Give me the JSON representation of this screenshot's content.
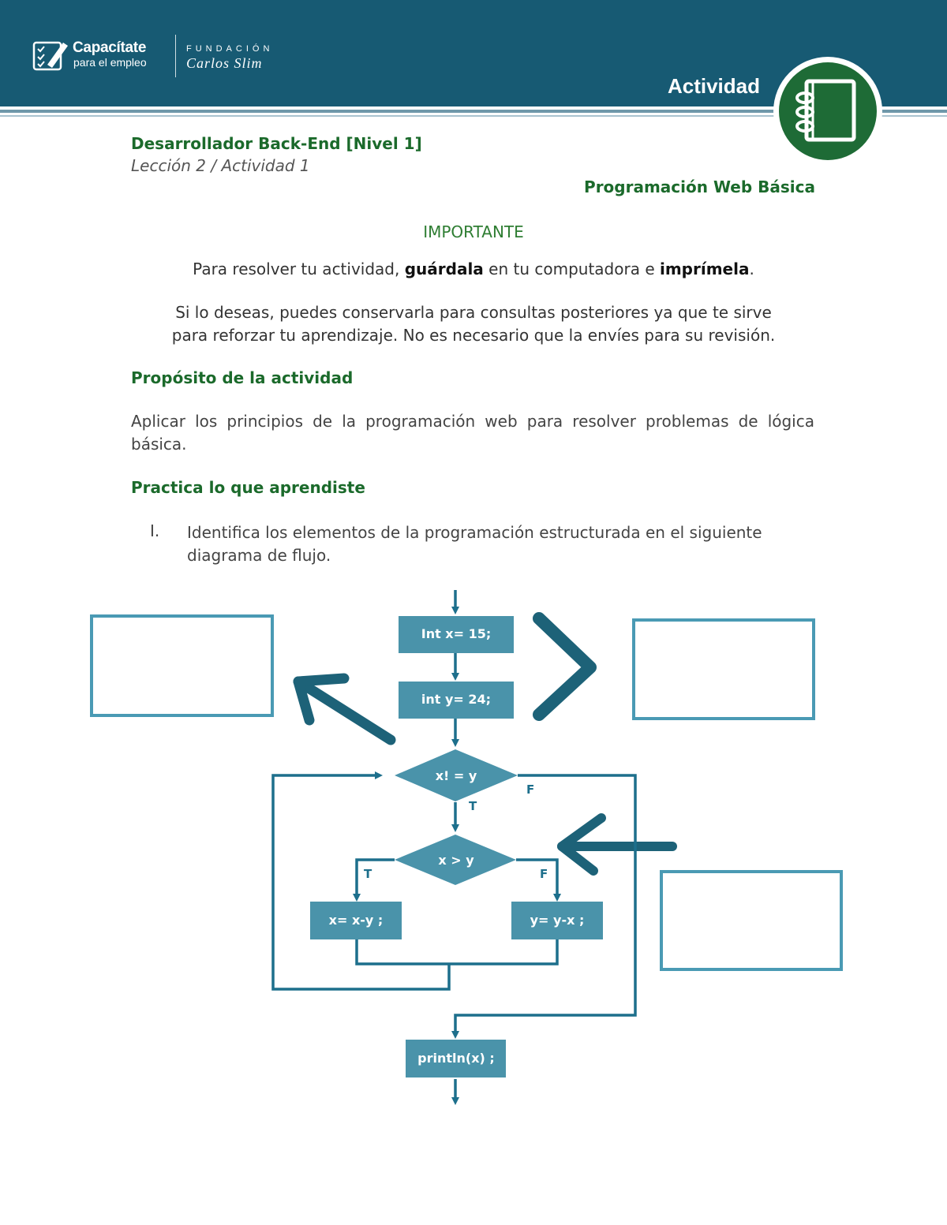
{
  "header": {
    "logo_name": "Capacítate",
    "logo_sub": "para el empleo",
    "foundation_label": "FUNDACIÓN",
    "foundation_name": "Carlos Slim",
    "activity_label": "Actividad",
    "colors": {
      "bar": "#175a73",
      "badge_green": "#1e6b36"
    }
  },
  "course": {
    "title": "Desarrollador Back-End [Nivel 1]",
    "lesson": "Lección 2 / Actividad 1",
    "module": "Programación Web Básica"
  },
  "important": {
    "heading": "IMPORTANTE",
    "line1_a": "Para resolver tu actividad, ",
    "line1_b": "guárdala",
    "line1_c": " en tu computadora e ",
    "line1_d": "imprímela",
    "line1_e": ".",
    "line2": "Si lo deseas, puedes conservarla para consultas posteriores ya que te sirve",
    "line3": "para reforzar tu aprendizaje. No es necesario que la envíes para su revisión."
  },
  "purpose": {
    "heading": "Propósito de la actividad",
    "text": "Aplicar los principios de la programación web para resolver problemas de lógica básica."
  },
  "practice": {
    "heading": "Practica lo que aprendiste",
    "item_number": "I.",
    "item_text": "Identifica los elementos de la programación estructurada en el siguiente diagrama de flujo."
  },
  "flowchart": {
    "colors": {
      "box": "#4a93aa",
      "line": "#1d6f8c",
      "answer_border": "#4a9ab4"
    },
    "steps": {
      "init_x": "Int  x= 15;",
      "init_y": "int  y= 24;",
      "loop_condition": "x! = y",
      "compare": "x > y",
      "subtract_y": "x= x-y ;",
      "subtract_x": "y= y-x ;",
      "print": "println(x) ;"
    },
    "labels": {
      "loop_false": "F",
      "loop_true": "T",
      "compare_true": "T",
      "compare_false": "F"
    }
  }
}
